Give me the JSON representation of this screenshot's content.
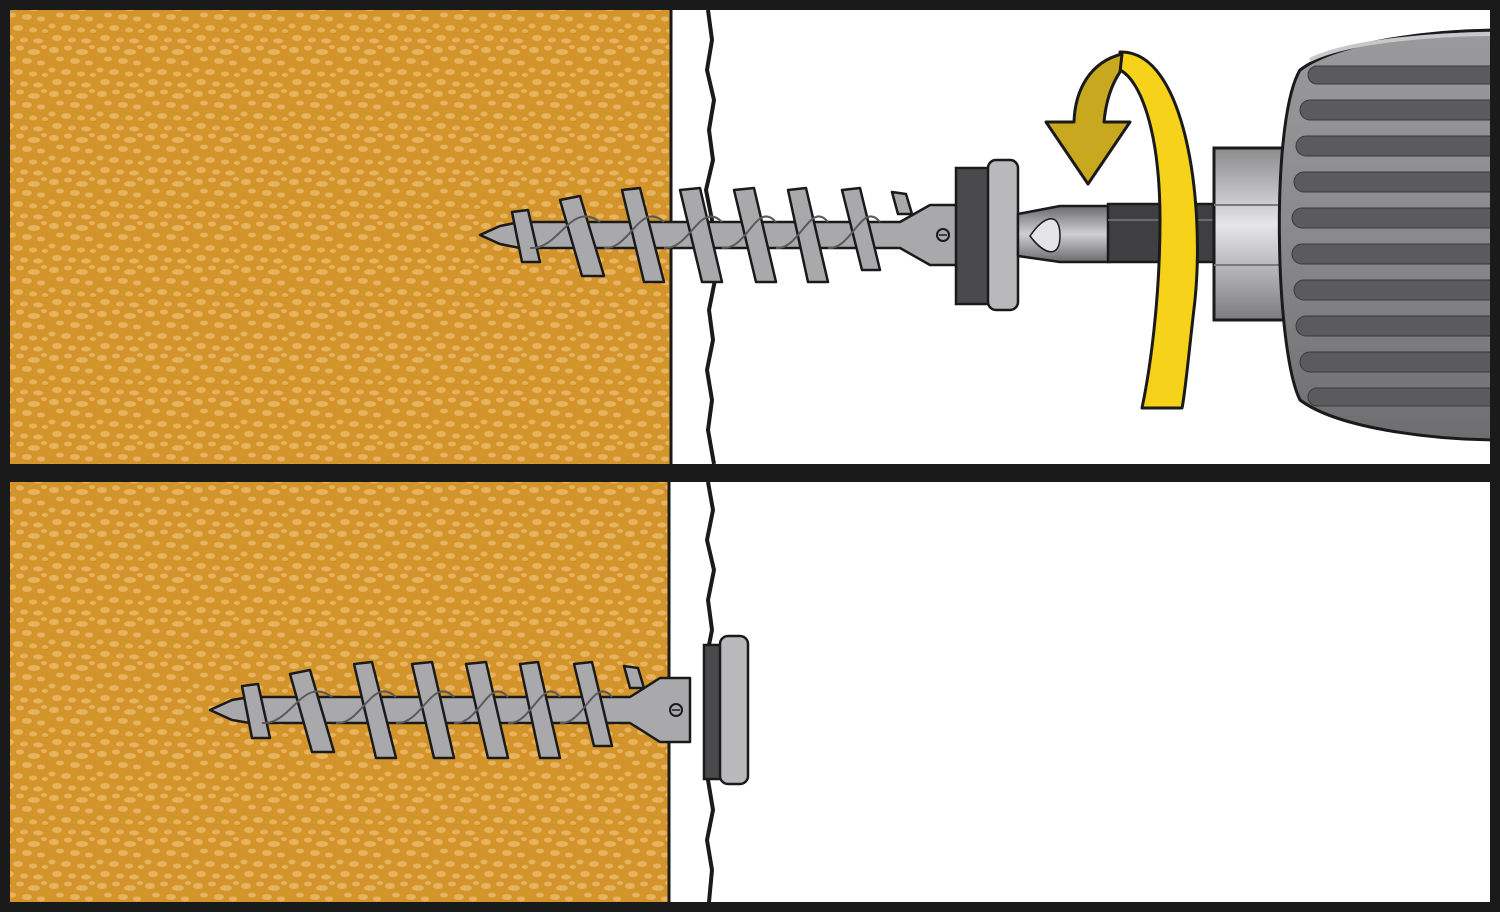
{
  "colors": {
    "frame": "#1a1a1a",
    "insulation": "#d3952b",
    "insulation_fleck": "#e8b35f",
    "drywall": "#ffffff",
    "screw_gray": "#a9a9ab",
    "screw_dark": "#5a5a5c",
    "washer_dark": "#4a4a4c",
    "drill_body": "#8e8e90",
    "drill_dark": "#5b5b5d",
    "chuck_silver": "#b8b8ba",
    "arrow_yellow": "#f7d21b",
    "arrow_olive": "#c8a81e"
  },
  "panels": [
    {
      "id": "top",
      "step": "drive-anchor",
      "shows_drill": true,
      "rotation": "counter-clockwise"
    },
    {
      "id": "bottom",
      "step": "anchor-installed",
      "shows_drill": false
    }
  ],
  "icons": [
    "drill-icon",
    "rotation-arrow-icon",
    "screw-anchor-icon",
    "insulation-icon",
    "drywall-icon"
  ]
}
